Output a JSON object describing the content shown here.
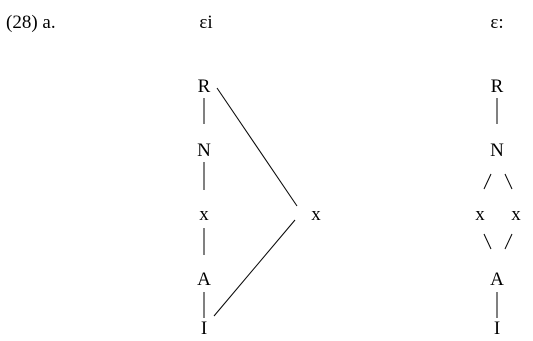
{
  "example": {
    "number": "(28) a."
  },
  "left": {
    "heading": "εi",
    "nodes": [
      "R",
      "N",
      "x",
      "A",
      "I"
    ],
    "branch": "x"
  },
  "right": {
    "heading": "ε:",
    "nodes": [
      "R",
      "N",
      "A",
      "I"
    ],
    "pair": [
      "x",
      "x"
    ]
  },
  "colors": {
    "ink": "#000000",
    "background": "#ffffff"
  }
}
